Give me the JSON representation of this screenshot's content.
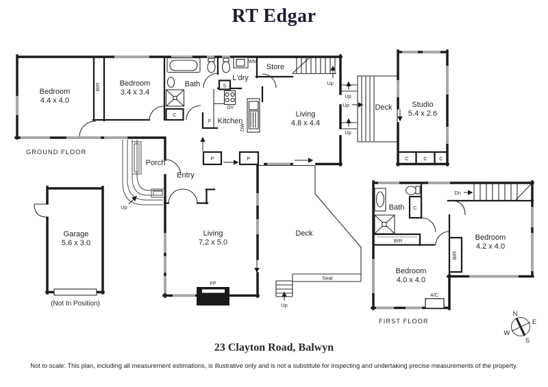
{
  "logo": {
    "text": "RT Edgar"
  },
  "address": "23 Clayton Road, Balwyn",
  "disclaimer": "Not to scale: This plan, including all measurement estimations, is illustrative only and is not a substitute for inspecting and undertaking precise measurements of the property.",
  "colors": {
    "wall": "#1c1c1c",
    "window": "#a8a8a8",
    "logo_navy": "#1b1b33"
  },
  "compass": {
    "n": "N",
    "e": "E",
    "s": "S",
    "w": "W"
  },
  "labels": {
    "up": "Up",
    "dn": "Dn",
    "c": "C",
    "p": "P",
    "s": "S",
    "f": "F",
    "bir": "BIR",
    "wm": "WM",
    "ov": "OV",
    "dw": "DW",
    "fp": "FP",
    "ac": "A/C",
    "seat": "Seat"
  },
  "ground_floor": {
    "title": "GROUND FLOOR",
    "bedroom1": {
      "name": "Bedroom",
      "dims": "4.4 x 4.0"
    },
    "bedroom2": {
      "name": "Bedroom",
      "dims": "3.4 x 3.4"
    },
    "bath": "Bath",
    "ldry": "L'dry",
    "store": "Store",
    "living": {
      "name": "Living",
      "dims": "4.8 x 4.4"
    },
    "kitchen": "Kitchen",
    "porch": "Porch",
    "entry": "Entry",
    "living2": {
      "name": "Living",
      "dims": "7.2 x 5.0"
    },
    "deck": "Deck"
  },
  "garage": {
    "name": "Garage",
    "dims": "5.6 x 3.0",
    "note": "(Not In Position)"
  },
  "studio": {
    "name": "Studio",
    "dims": "5.4 x 2.6",
    "deck": "Deck"
  },
  "first_floor": {
    "title": "FIRST FLOOR",
    "bath": "Bath",
    "bedroom1": {
      "name": "Bedroom",
      "dims": "4.2 x 4.0"
    },
    "bedroom2": {
      "name": "Bedroom",
      "dims": "4.0 x 4.0"
    }
  }
}
